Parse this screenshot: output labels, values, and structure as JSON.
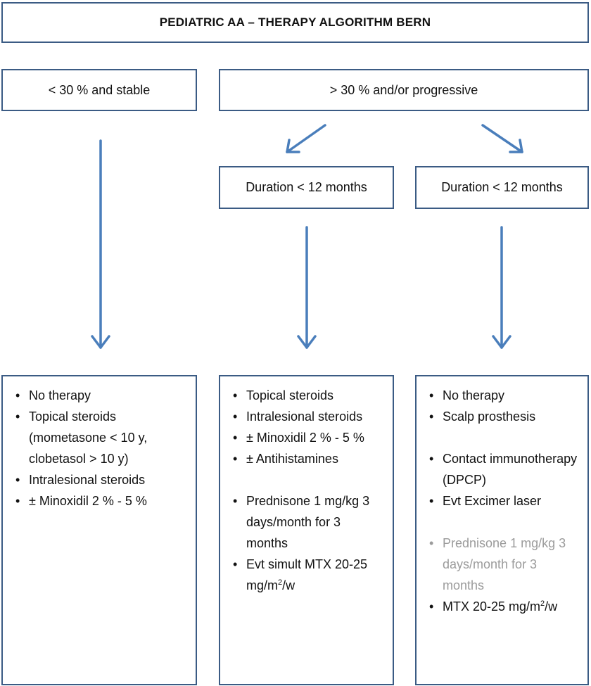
{
  "title": "PEDIATRIC AA – THERAPY ALGORITHM BERN",
  "branches": {
    "left_label": "< 30 % and stable",
    "right_label": "> 30 % and/or progressive"
  },
  "duration": {
    "middle_label": "Duration < 12 months",
    "right_label": "Duration < 12 months"
  },
  "therapies": {
    "left": [
      {
        "text": "No therapy"
      },
      {
        "text": "Topical steroids (mometasone < 10 y, clobetasol > 10 y)"
      },
      {
        "text": "Intralesional steroids"
      },
      {
        "text": "± Minoxidil 2 % - 5 %"
      }
    ],
    "middle": [
      {
        "text": "Topical steroids"
      },
      {
        "text": "Intralesional steroids"
      },
      {
        "text": "± Minoxidil 2 % - 5 %"
      },
      {
        "text": "± Antihistamines"
      },
      {
        "text": "Prednisone 1 mg/kg   3 days/month for 3 months",
        "gap": true
      },
      {
        "text": "Evt simult MTX 20-25 mg/m",
        "sup": "2",
        "after": "/w"
      }
    ],
    "right": [
      {
        "text": "No therapy"
      },
      {
        "text": "Scalp prosthesis"
      },
      {
        "text": "Contact immunotherapy (DPCP)",
        "gap": true
      },
      {
        "text": "Evt Excimer laser"
      },
      {
        "text": "Prednisone 1 mg/kg   3 days/month for 3 months",
        "gap": true,
        "muted": true
      },
      {
        "text": "MTX 20-25 mg/m",
        "sup": "2",
        "after": "/w"
      }
    ]
  },
  "colors": {
    "box_border": "#3b5b84",
    "arrow": "#4a7ebb",
    "muted_text": "#9b9b9b"
  }
}
